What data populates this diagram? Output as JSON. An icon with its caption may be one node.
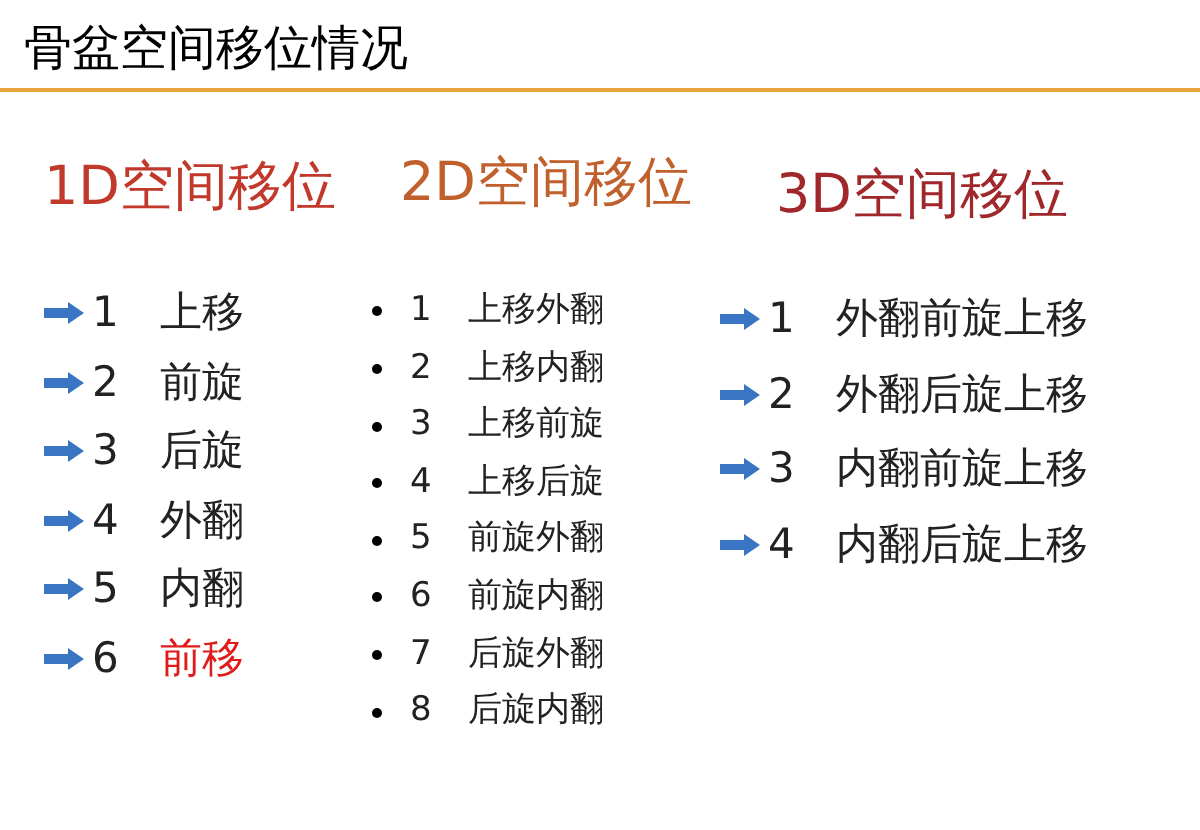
{
  "diagram": {
    "title": "骨盆空间移位情况",
    "labels": [
      "1D空间移位",
      "1",
      "上移",
      "2",
      "前旋",
      "3",
      "后旋",
      "4",
      "外翻",
      "5",
      "内翻",
      "6",
      "前移",
      "2D空间移位",
      "1",
      "上移外翻",
      "2",
      "上移内翻",
      "3",
      "上移前旋",
      "4",
      "上移后旋",
      "5",
      "前旋外翻",
      "6",
      "前旋内翻",
      "7",
      "后旋外翻",
      "8",
      "后旋内翻",
      "3D空间移位",
      "1",
      "外翻前旋上移",
      "2",
      "外翻后旋上移",
      "3",
      "内翻前旋上移",
      "4",
      "内翻后旋上移"
    ]
  }
}
